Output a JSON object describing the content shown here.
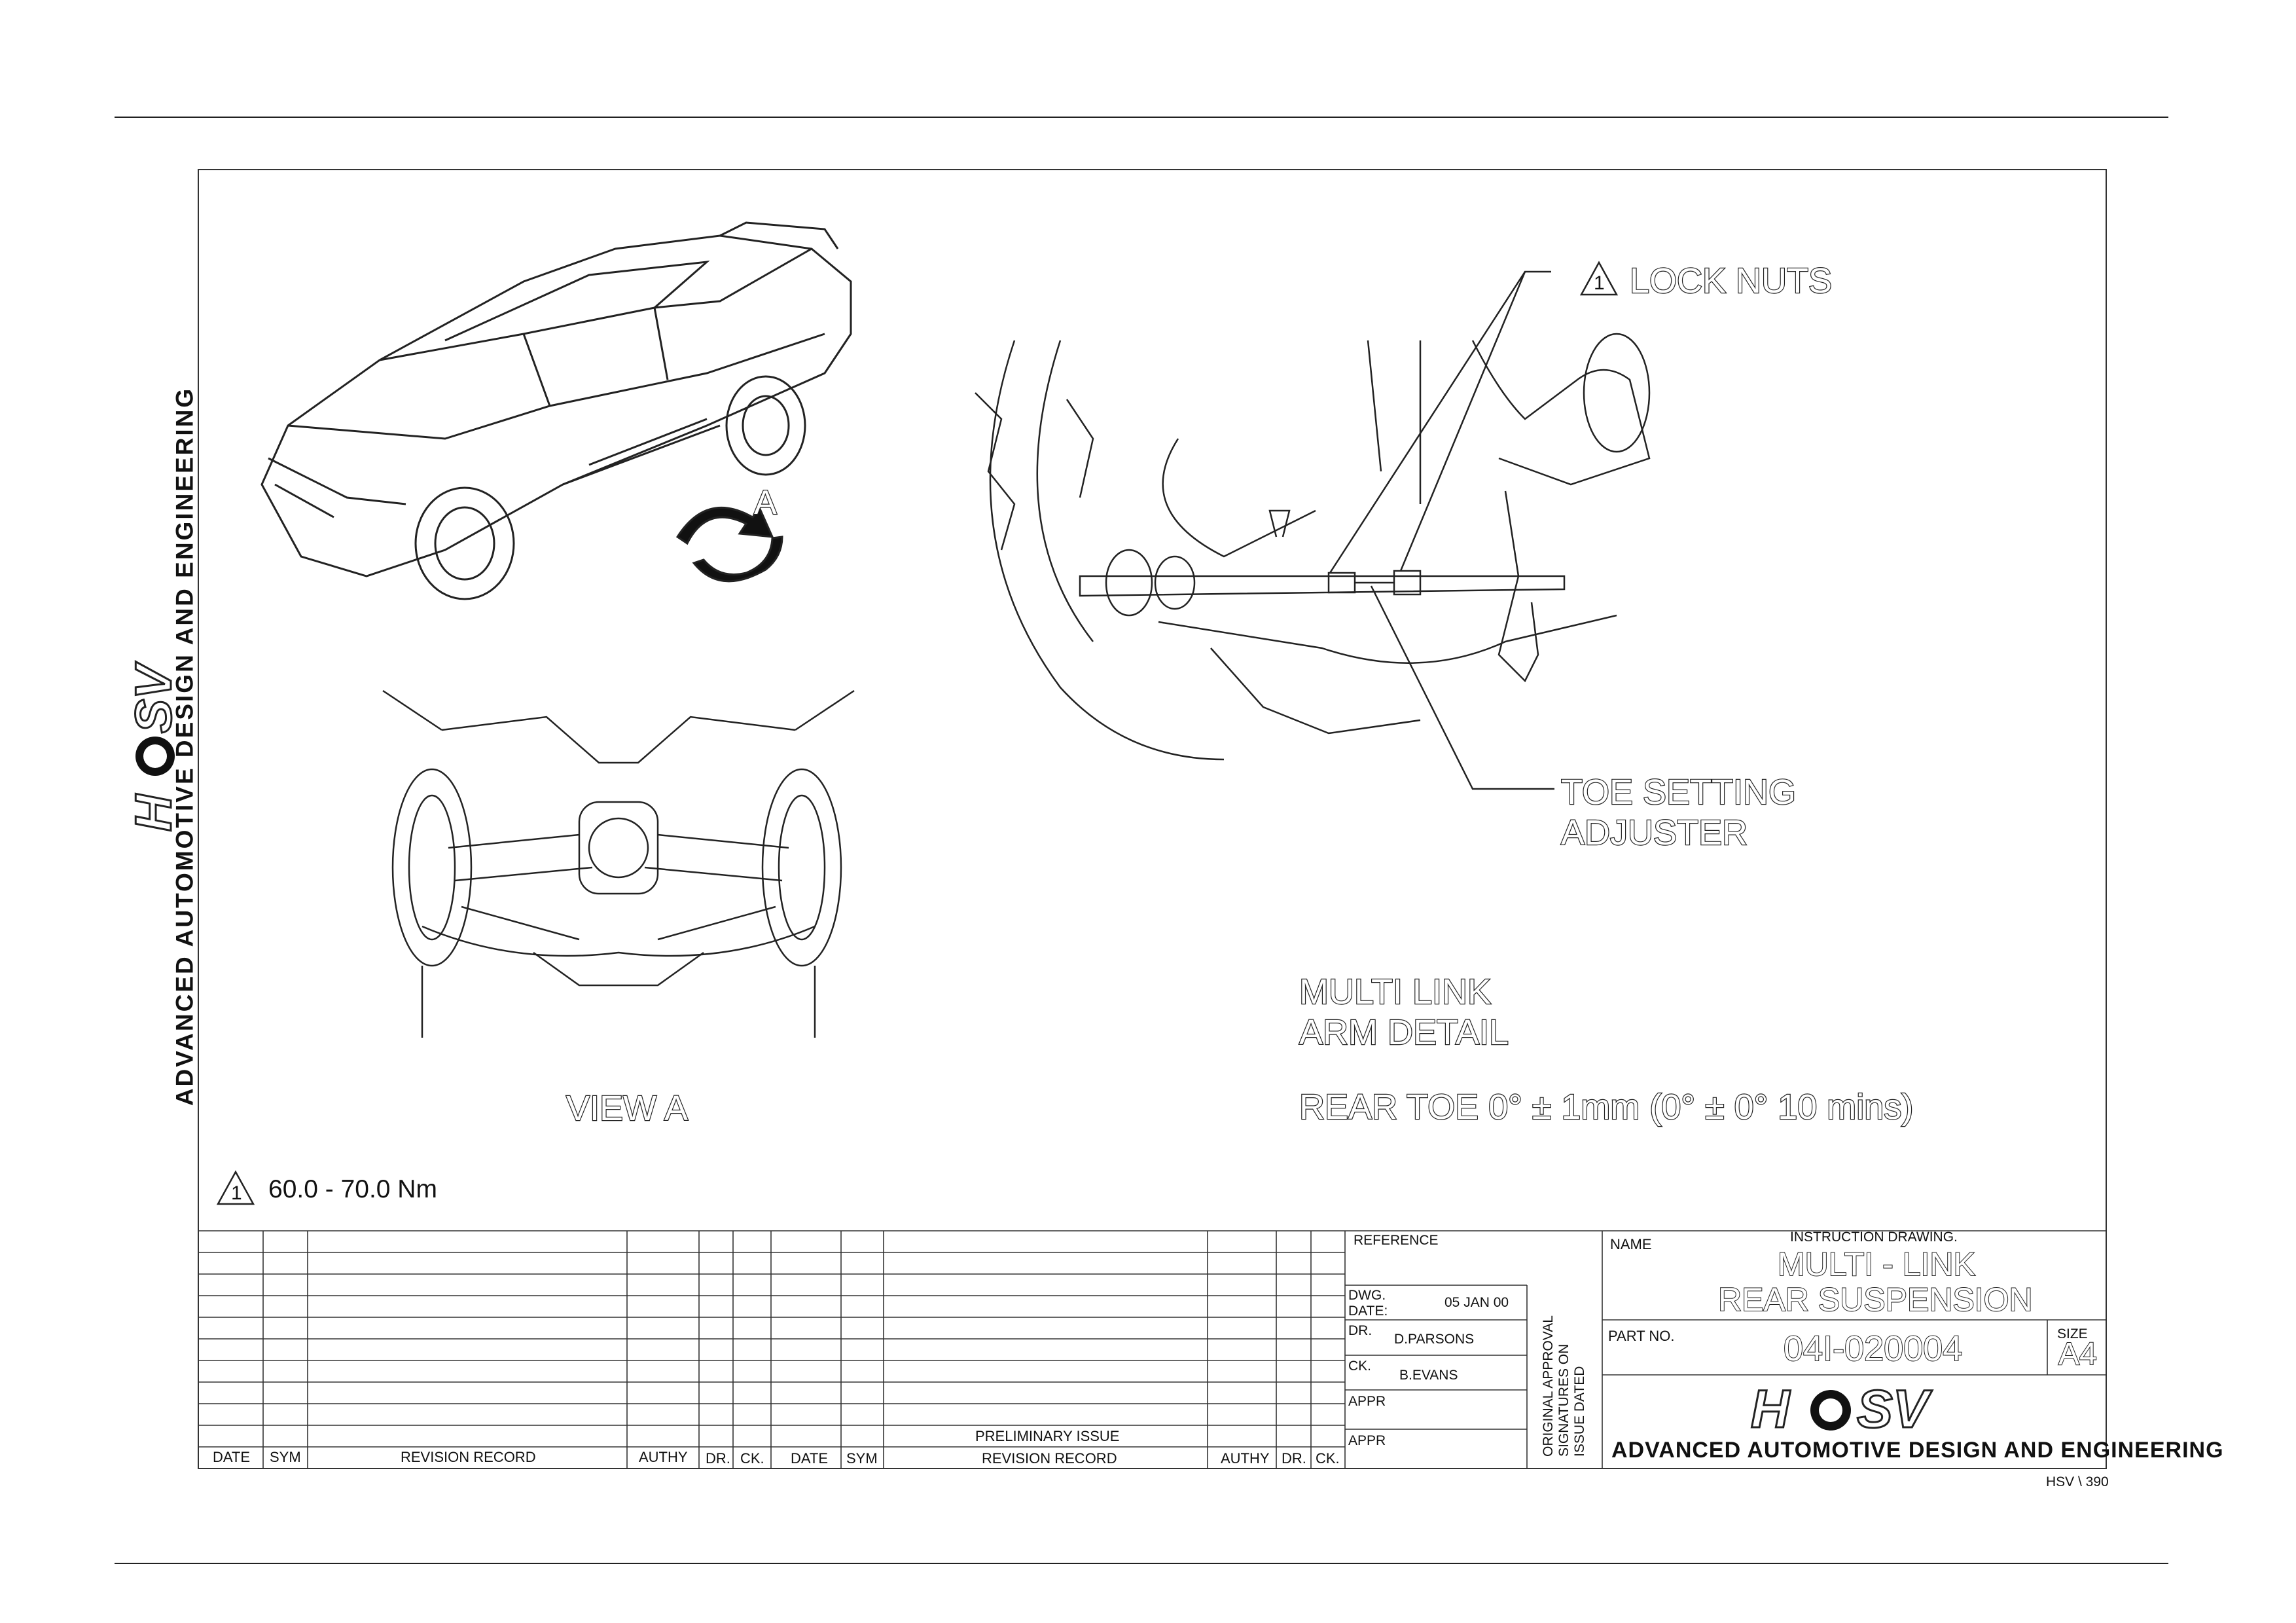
{
  "company": "ADVANCED AUTOMOTIVE DESIGN AND ENGINEERING",
  "logo_text": "HSV",
  "callouts": {
    "lock_nuts": "LOCK NUTS",
    "toe_line1": "TOE SETTING",
    "toe_line2": "ADJUSTER",
    "multi_line1": "MULTI LINK",
    "multi_line2": "ARM DETAIL",
    "rear_toe": "REAR TOE 0° ± 1mm (0° ± 0° 10 mins)",
    "view_a": "VIEW A",
    "arrow_letter": "A",
    "flag_number": "1",
    "torque": "60.0 - 70.0  Nm"
  },
  "revision_table": {
    "headers_left": [
      "DATE",
      "SYM",
      "REVISION RECORD",
      "AUTHY",
      "DR.",
      "CK."
    ],
    "headers_right": [
      "DATE",
      "SYM",
      "REVISION RECORD",
      "AUTHY",
      "DR.",
      "CK."
    ],
    "preliminary": "PRELIMINARY ISSUE"
  },
  "title_block": {
    "reference_label": "REFERENCE",
    "dwg_date_label_1": "DWG.",
    "dwg_date_label_2": "DATE:",
    "dwg_date": "05 JAN 00",
    "dr_label": "DR.",
    "dr_name": "D.PARSONS",
    "ck_label": "CK.",
    "ck_name": "B.EVANS",
    "appr_label_1": "APPR",
    "appr_label_2": "APPR",
    "approval_note_1": "ORIGINAL APPROVAL",
    "approval_note_2": "SIGNATURES ON",
    "approval_note_3": "ISSUE DATED",
    "name_label": "NAME",
    "drawing_type": "INSTRUCTION DRAWING.",
    "title_line1": "MULTI - LINK",
    "title_line2": "REAR SUSPENSION",
    "part_no_label": "PART NO.",
    "part_no": "04I-020004",
    "size_label": "SIZE",
    "size": "A4",
    "sheet_ref": "HSV \\ 390"
  }
}
